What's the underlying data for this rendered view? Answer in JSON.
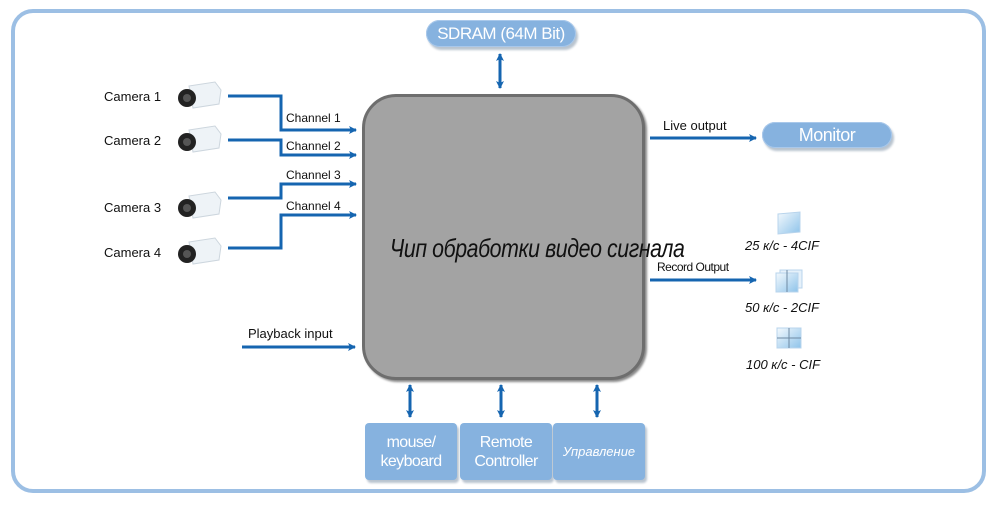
{
  "diagram": {
    "title": "Чип обработки видео сигнала",
    "memory": "SDRAM (64M Bit)",
    "cameras": [
      {
        "label": "Camera 1",
        "channel": "Channel  1"
      },
      {
        "label": "Camera 2",
        "channel": "Channel  2"
      },
      {
        "label": "Camera 3",
        "channel": "Channel  3"
      },
      {
        "label": "Camera 4",
        "channel": "Channel  4"
      }
    ],
    "inputs": {
      "playback": "Playback input"
    },
    "outputs": {
      "live": "Live output",
      "monitor": "Monitor",
      "record": "Record Output",
      "record_modes": [
        {
          "label": "25 к/с - 4CIF",
          "icon": "single-frame-icon"
        },
        {
          "label": "50 к/с - 2CIF",
          "icon": "split-two-frame-icon"
        },
        {
          "label": "100 к/с - CIF",
          "icon": "quad-frame-icon"
        }
      ]
    },
    "peripherals": [
      {
        "label": "mouse/\nkeyboard"
      },
      {
        "label": "Remote\nController"
      },
      {
        "label": "Управление"
      }
    ],
    "colors": {
      "arrow": "#1565b0",
      "accent_fill": "#86b2df",
      "frame_border": "#9cbfe4",
      "chip_fill": "#a3a3a3"
    }
  }
}
